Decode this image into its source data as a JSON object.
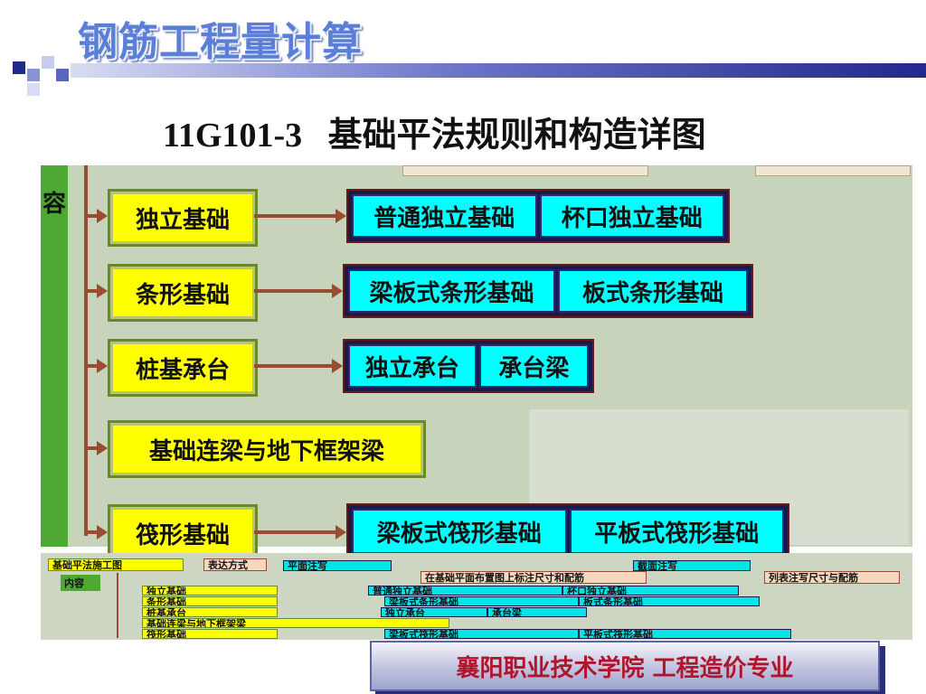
{
  "header": {
    "title": "钢筋工程量计算",
    "subtitle_code": "11G101-3",
    "subtitle_text": "基础平法规则和构造详图"
  },
  "diagram": {
    "side_label": "容",
    "rows": [
      {
        "category": "独立基础",
        "subtypes": [
          "普通独立基础",
          "杯口独立基础"
        ]
      },
      {
        "category": "条形基础",
        "subtypes": [
          "梁板式条形基础",
          "板式条形基础"
        ]
      },
      {
        "category": "桩基承台",
        "subtypes": [
          "独立承台",
          "承台梁"
        ]
      },
      {
        "category": "基础连梁与地下框架梁",
        "subtypes": []
      },
      {
        "category": "筏形基础",
        "subtypes": [
          "梁板式筏形基础",
          "平板式筏形基础"
        ]
      }
    ]
  },
  "overview": {
    "top_label": "基础平法施工图",
    "method_label": "表达方式",
    "plan_label": "平面注写",
    "section_label": "截面注写",
    "plan_note": "在基础平面布置图上标注尺寸和配筋",
    "table_note": "列表注写尺寸与配筋",
    "side_label": "内容",
    "rows": [
      {
        "category": "独立基础",
        "subtypes": [
          "普通独立基础",
          "杯口独立基础"
        ]
      },
      {
        "category": "条形基础",
        "subtypes": [
          "梁板式条形基础",
          "板式条形基础"
        ]
      },
      {
        "category": "桩基承台",
        "subtypes": [
          "独立承台",
          "承台梁"
        ]
      },
      {
        "category": "基础连梁与地下框架梁",
        "subtypes": []
      },
      {
        "category": "筏形基础",
        "subtypes": [
          "梁板式筏形基础",
          "平板式筏形基础"
        ]
      }
    ]
  },
  "footer": {
    "text": "襄阳职业技术学院    工程造价专业"
  },
  "colors": {
    "category_fill": "#ffff00",
    "subtype_fill": "#00ffff",
    "connector": "#9b4b2f",
    "footer_text": "#b0162b"
  }
}
